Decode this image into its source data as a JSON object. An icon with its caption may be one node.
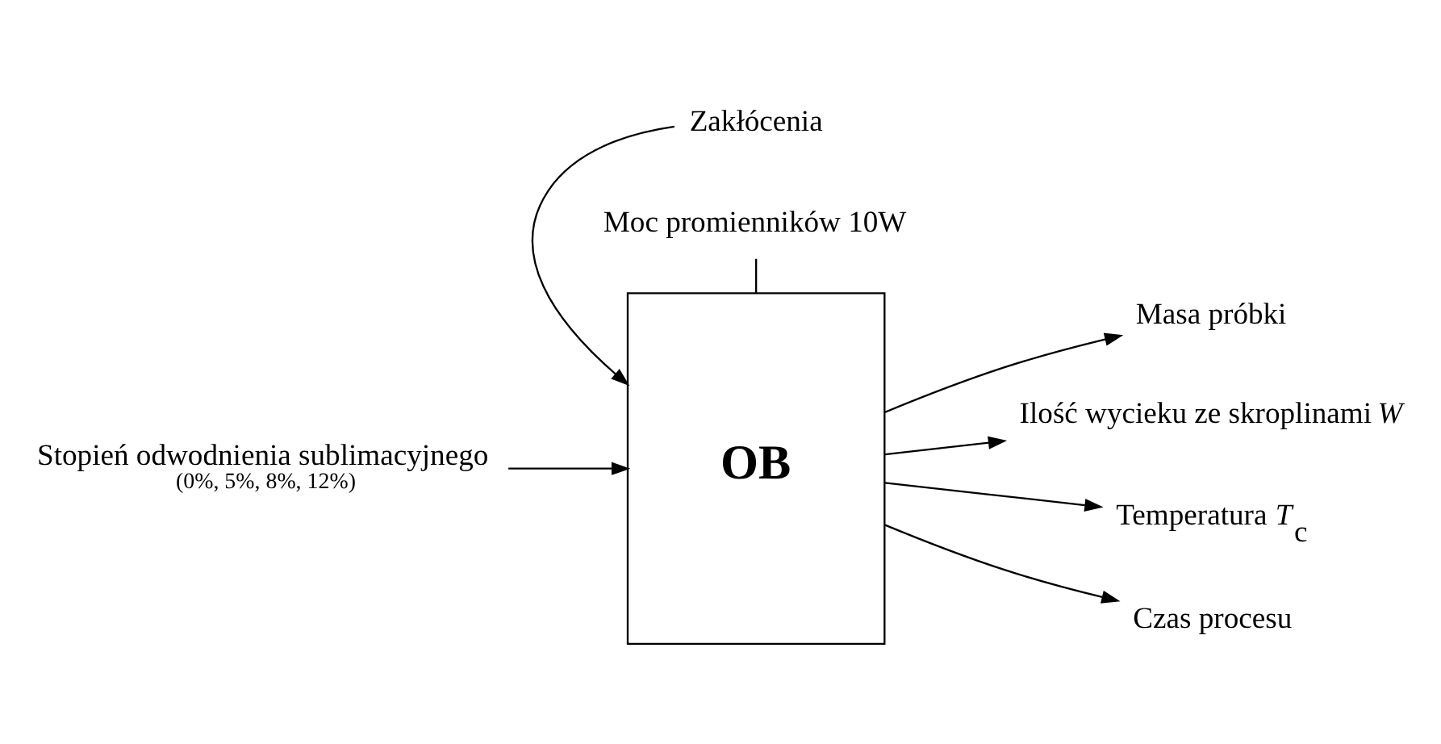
{
  "diagram": {
    "nodes": [
      {
        "text": [
          "OB"
        ]
      },
      {
        "text": [
          "Zakłócenia"
        ]
      },
      {
        "text": [
          "Stopień odwodnienia sublimacyjnego",
          "(0%, 5%, 8%, 12%)"
        ]
      },
      {
        "text": [
          "Masa próbki"
        ]
      },
      {
        "text": [
          "Ilość wycieku ze skroplinami *W*"
        ]
      },
      {
        "text": [
          "Temperatura *T*$_{c}$"
        ]
      },
      {
        "text": [
          "Czas procesu"
        ]
      },
      {
        "text": [
          "Moc promienników 10W"
        ]
      }
    ],
    "edges": [
      {
        "from": 1,
        "to": 0,
        "arrow": "to"
      },
      {
        "from": 2,
        "to": 0,
        "arrow": "to"
      },
      {
        "from": 0,
        "to": 3,
        "arrow": "to"
      },
      {
        "from": 0,
        "to": 4,
        "arrow": "to"
      },
      {
        "from": 0,
        "to": 5,
        "arrow": "to"
      },
      {
        "from": 0,
        "to": 6,
        "arrow": "to"
      },
      {
        "from": 7,
        "to": 0,
        "arrow": "none"
      }
    ]
  }
}
